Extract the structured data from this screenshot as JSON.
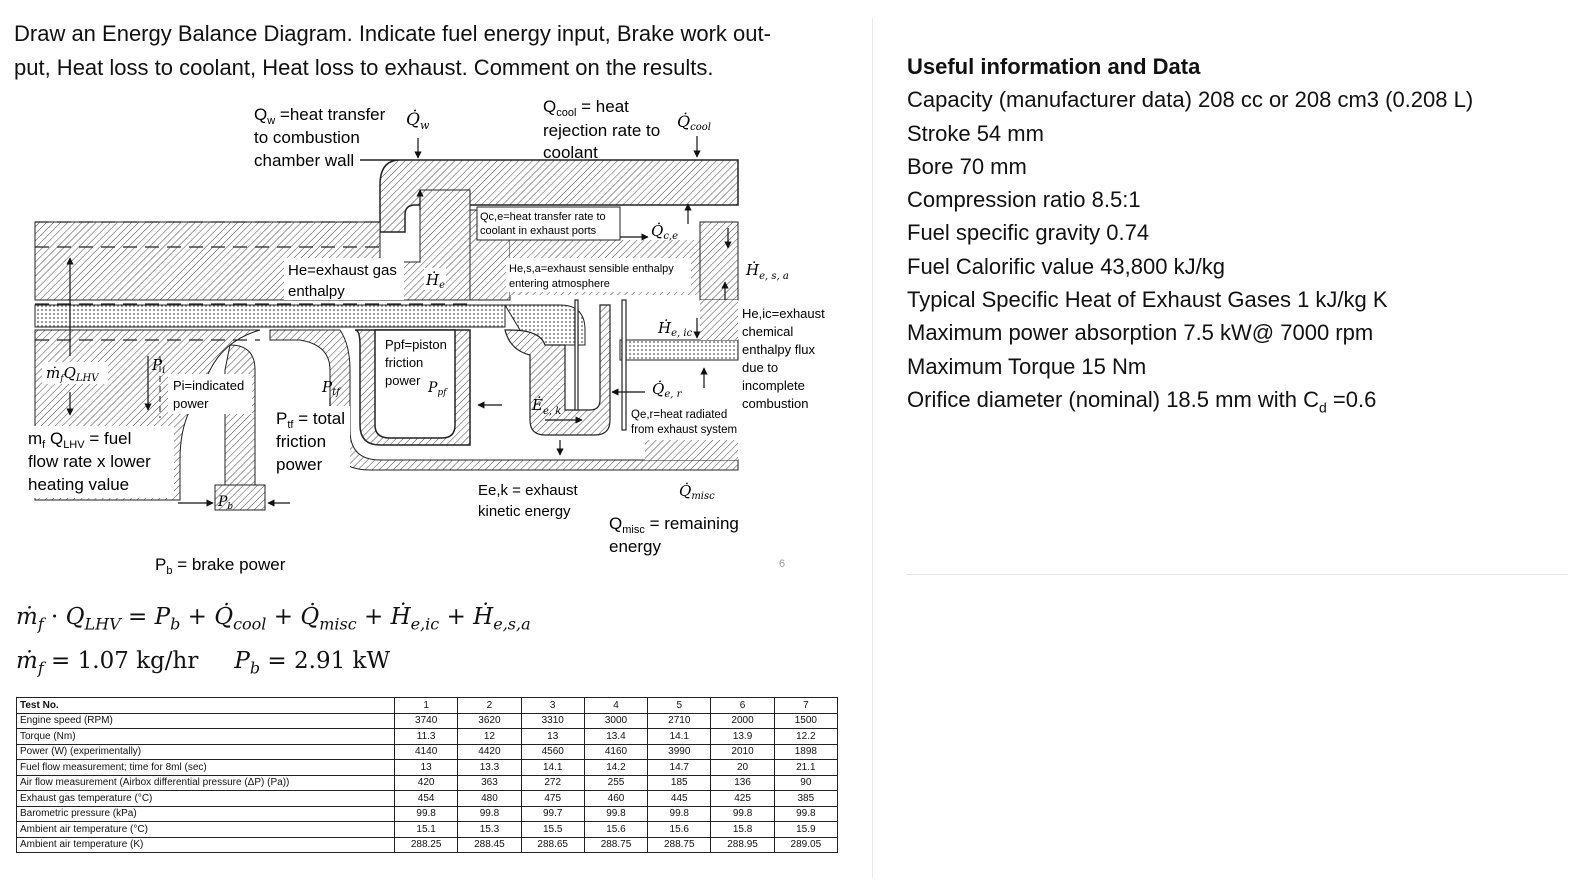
{
  "question": {
    "line1": "Draw an Energy Balance Diagram. Indicate fuel energy input, Brake work out-",
    "line2": "put, Heat loss to coolant, Heat loss to exhaust. Comment on the results."
  },
  "info": {
    "title": "Useful information and Data",
    "items": [
      "Capacity (manufacturer data) 208 cc or 208 cm3 (0.208 L)",
      "Stroke 54 mm",
      "Bore 70 mm",
      "Compression ratio 8.5:1",
      "Fuel specific gravity 0.74",
      "Fuel Calorific value 43,800 kJ/kg",
      "Typical Specific Heat of Exhaust Gases 1 kJ/kg K",
      "Maximum power absorption 7.5 kW@ 7000 rpm",
      "Maximum Torque 15 Nm"
    ],
    "orifice_prefix": "Orifice diameter (nominal) 18.5 mm with C",
    "orifice_sub": "d",
    "orifice_suffix": " =0.6"
  },
  "diagram": {
    "qw_label_1": "Q",
    "qw_label_sub": "w",
    "qw_label_2": " =heat transfer",
    "qw_line2": "to combustion",
    "qw_line3": "chamber wall",
    "qw_symbol": "Q̇",
    "qw_symbol_sub": "w",
    "qcool_label_1": "Q",
    "qcool_label_sub": "cool",
    "qcool_label_2": " = heat",
    "qcool_line2": "rejection rate to",
    "qcool_line3": "coolant",
    "qcool_symbol": "Q̇",
    "qcool_symbol_sub": "cool",
    "qce_box_1": "Qc,e=heat  transfer rate to",
    "qce_box_2": "coolant in exhaust ports",
    "qce_symbol": "Q̇",
    "qce_symbol_sub": "c,e",
    "he_label_1": "He=exhaust gas",
    "he_label_2": "enthalpy",
    "he_symbol": "Ḣ",
    "he_symbol_sub": "e",
    "hesa_label_1": "He,s,a=exhaust sensible enthalpy",
    "hesa_label_2": "entering atmosphere",
    "hesa_symbol": "Ḣ",
    "hesa_symbol_sub": "e, s, a",
    "heic_symbol": "Ḣ",
    "heic_symbol_sub": "e, ic",
    "heic_label": [
      "He,ic=exhaust",
      "chemical",
      "enthalpy flux",
      "due to",
      "incomplete",
      "combustion"
    ],
    "mfq_symbol": "ṁ",
    "mfq_symbol_sub": "f",
    "mfq_symbol_2": "Q",
    "mfq_symbol_sub2": "LHV",
    "pi_symbol": "P",
    "pi_symbol_sub": "i",
    "pi_label_1": "Pi=indicated",
    "pi_label_2": "power",
    "ptf_symbol": "P",
    "ptf_symbol_sub": "tf",
    "ptf_label_1": "P",
    "ptf_label_sub": "tf",
    "ptf_label_2": " = total",
    "ptf_line2": "friction",
    "ptf_line3": "power",
    "ppf_label": [
      "Ppf=piston",
      "friction",
      "power"
    ],
    "ppf_symbol": "P",
    "ppf_symbol_sub": "pf",
    "eek_symbol": "Ė",
    "eek_symbol_sub": "e, k",
    "eek_label_1": "Ee,k = exhaust",
    "eek_label_2": "kinetic energy",
    "qer_symbol": "Q̇",
    "qer_symbol_sub": "e, r",
    "qer_label_1": "Qe,r=heat  radiated",
    "qer_label_2": "from exhaust system",
    "qmisc_symbol": "Q̇",
    "qmisc_symbol_sub": "misc",
    "qmisc_label_1": "Q",
    "qmisc_label_sub": "misc",
    "qmisc_label_2": " = remaining",
    "qmisc_line2": "energy",
    "mf_label_1": "m",
    "mf_label_sub1": "f",
    "mf_label_2": " Q",
    "mf_label_sub2": "LHV",
    "mf_label_3": " = fuel",
    "mf_line2": "flow rate x lower",
    "mf_line3": "heating value",
    "pb_symbol": "P",
    "pb_symbol_sub": "b",
    "pb_label_1": "P",
    "pb_label_sub": "b",
    "pb_label_2": "  = brake power",
    "page_number": "6"
  },
  "equations": {
    "eq1": {
      "mf": "ṁ",
      "f": "f",
      "dot": " · ",
      "Q": "Q",
      "LHV": "LHV",
      "eq": " = ",
      "P": "P",
      "b": "b",
      "plus": " + ",
      "Qc": "Q̇",
      "cool": "cool",
      "Qm": "Q̇",
      "misc": "misc",
      "H1": "Ḣ",
      "eic": "e,ic",
      "H2": "Ḣ",
      "esa": "e,s,a"
    },
    "eq2": {
      "mf": "ṁ",
      "f": "f",
      "val1": " = 1.07 kg/hr",
      "P": "P",
      "b": "b",
      "val2": " = 2.91 kW"
    }
  },
  "table": {
    "header_label": "Test No.",
    "tests": [
      "1",
      "2",
      "3",
      "4",
      "5",
      "6",
      "7"
    ],
    "rows": [
      {
        "label": "Engine speed (RPM)",
        "values": [
          "3740",
          "3620",
          "3310",
          "3000",
          "2710",
          "2000",
          "1500"
        ]
      },
      {
        "label": "Torque (Nm)",
        "values": [
          "11.3",
          "12",
          "13",
          "13.4",
          "14.1",
          "13.9",
          "12.2"
        ]
      },
      {
        "label": "Power (W) (experimentally)",
        "values": [
          "4140",
          "4420",
          "4560",
          "4160",
          "3990",
          "2010",
          "1898"
        ]
      },
      {
        "label": "Fuel flow measurement; time for 8ml (sec)",
        "values": [
          "13",
          "13.3",
          "14.1",
          "14.2",
          "14.7",
          "20",
          "21.1"
        ]
      },
      {
        "label": "Air flow measurement (Airbox differential pressure (ΔP) (Pa))",
        "values": [
          "420",
          "363",
          "272",
          "255",
          "185",
          "136",
          "90"
        ]
      },
      {
        "label": "Exhaust gas temperature (°C)",
        "values": [
          "454",
          "480",
          "475",
          "460",
          "445",
          "425",
          "385"
        ]
      },
      {
        "label": "Barometric pressure (kPa)",
        "values": [
          "99.8",
          "99.8",
          "99.7",
          "99.8",
          "99.8",
          "99.8",
          "99.8"
        ]
      },
      {
        "label": "Ambient air temperature (°C)",
        "values": [
          "15.1",
          "15.3",
          "15.5",
          "15.6",
          "15.6",
          "15.8",
          "15.9"
        ]
      },
      {
        "label": "Ambient air temperature (K)",
        "values": [
          "288.25",
          "288.45",
          "288.65",
          "288.75",
          "288.75",
          "288.95",
          "289.05"
        ]
      }
    ]
  }
}
